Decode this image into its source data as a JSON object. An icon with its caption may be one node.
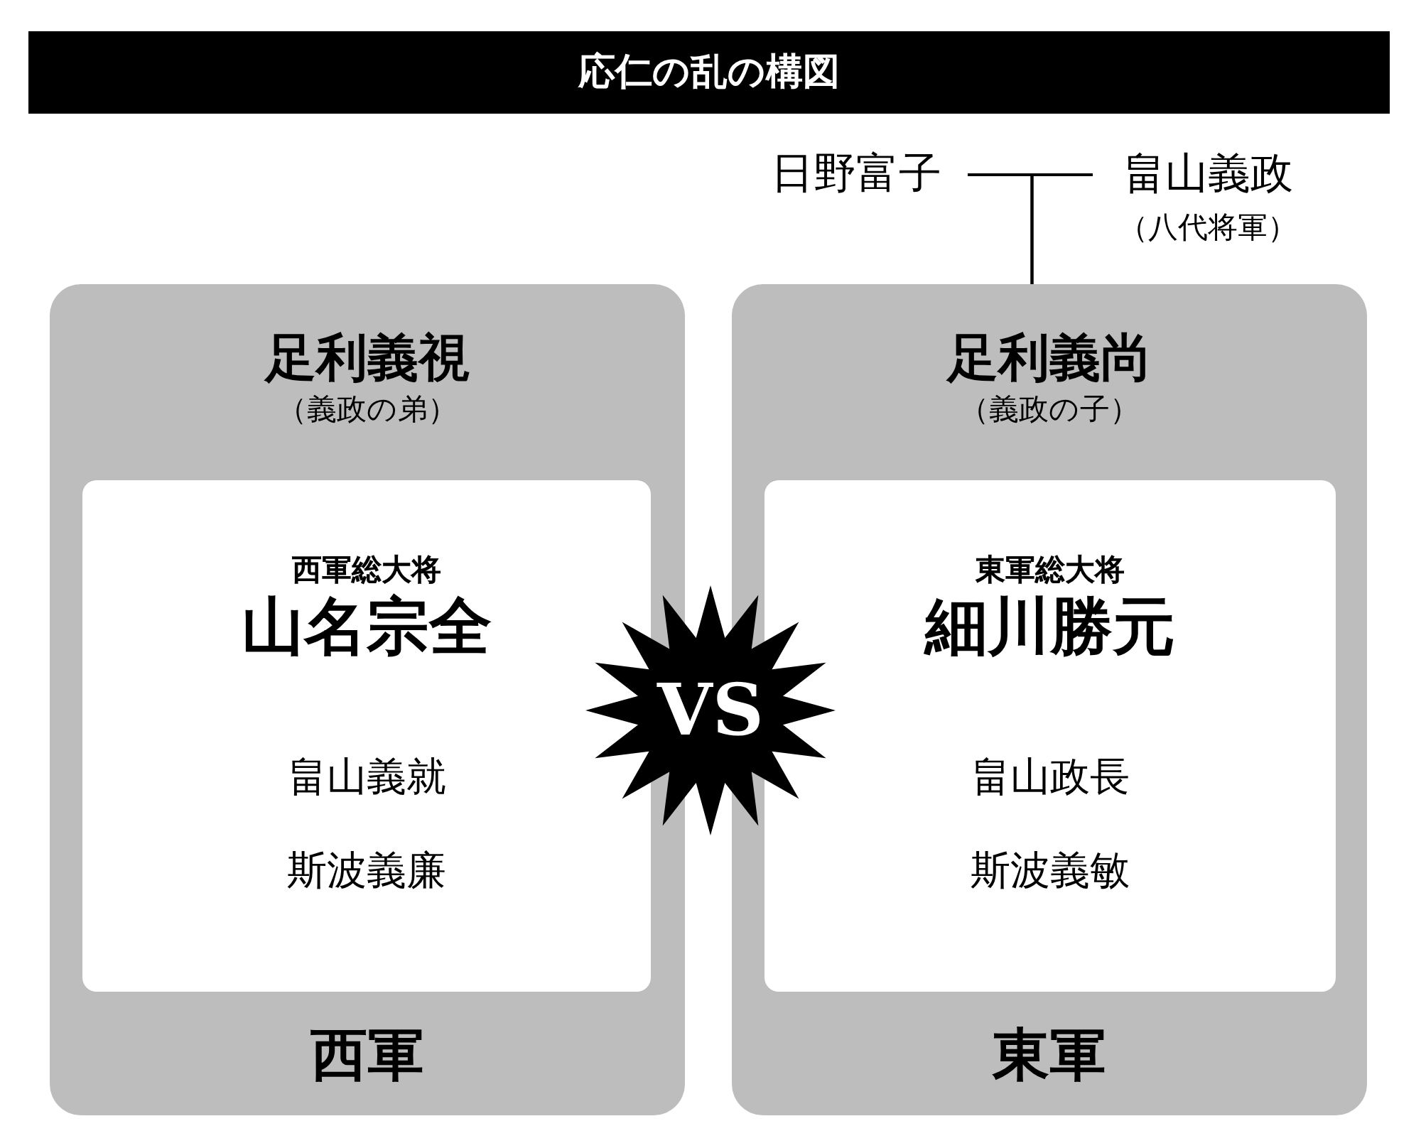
{
  "diagram": {
    "title": "応仁の乱の構図",
    "nodes": [
      {
        "text": [
          "日野富子"
        ]
      },
      {
        "text": [
          "畠山義政",
          "（八代将軍）"
        ]
      },
      {
        "text": [
          "足利義視",
          "（義政の弟）",
          "西軍"
        ]
      },
      {
        "text": [
          "西軍総大将",
          "山名宗全",
          "畠山義就",
          "斯波義廉"
        ],
        "in": 2
      },
      {
        "text": [
          "足利義尚",
          "（義政の子）",
          "東軍"
        ]
      },
      {
        "text": [
          "東軍総大将",
          "細川勝元",
          "畠山政長",
          "斯波義敏"
        ],
        "in": 4
      },
      {
        "text": [
          "VS"
        ]
      }
    ],
    "edges": [
      {
        "from": 0,
        "to": 1,
        "arrow": "none"
      },
      {
        "from": 0,
        "to": 4,
        "arrow": "none"
      },
      {
        "from": 1,
        "to": 4,
        "arrow": "none"
      }
    ]
  }
}
